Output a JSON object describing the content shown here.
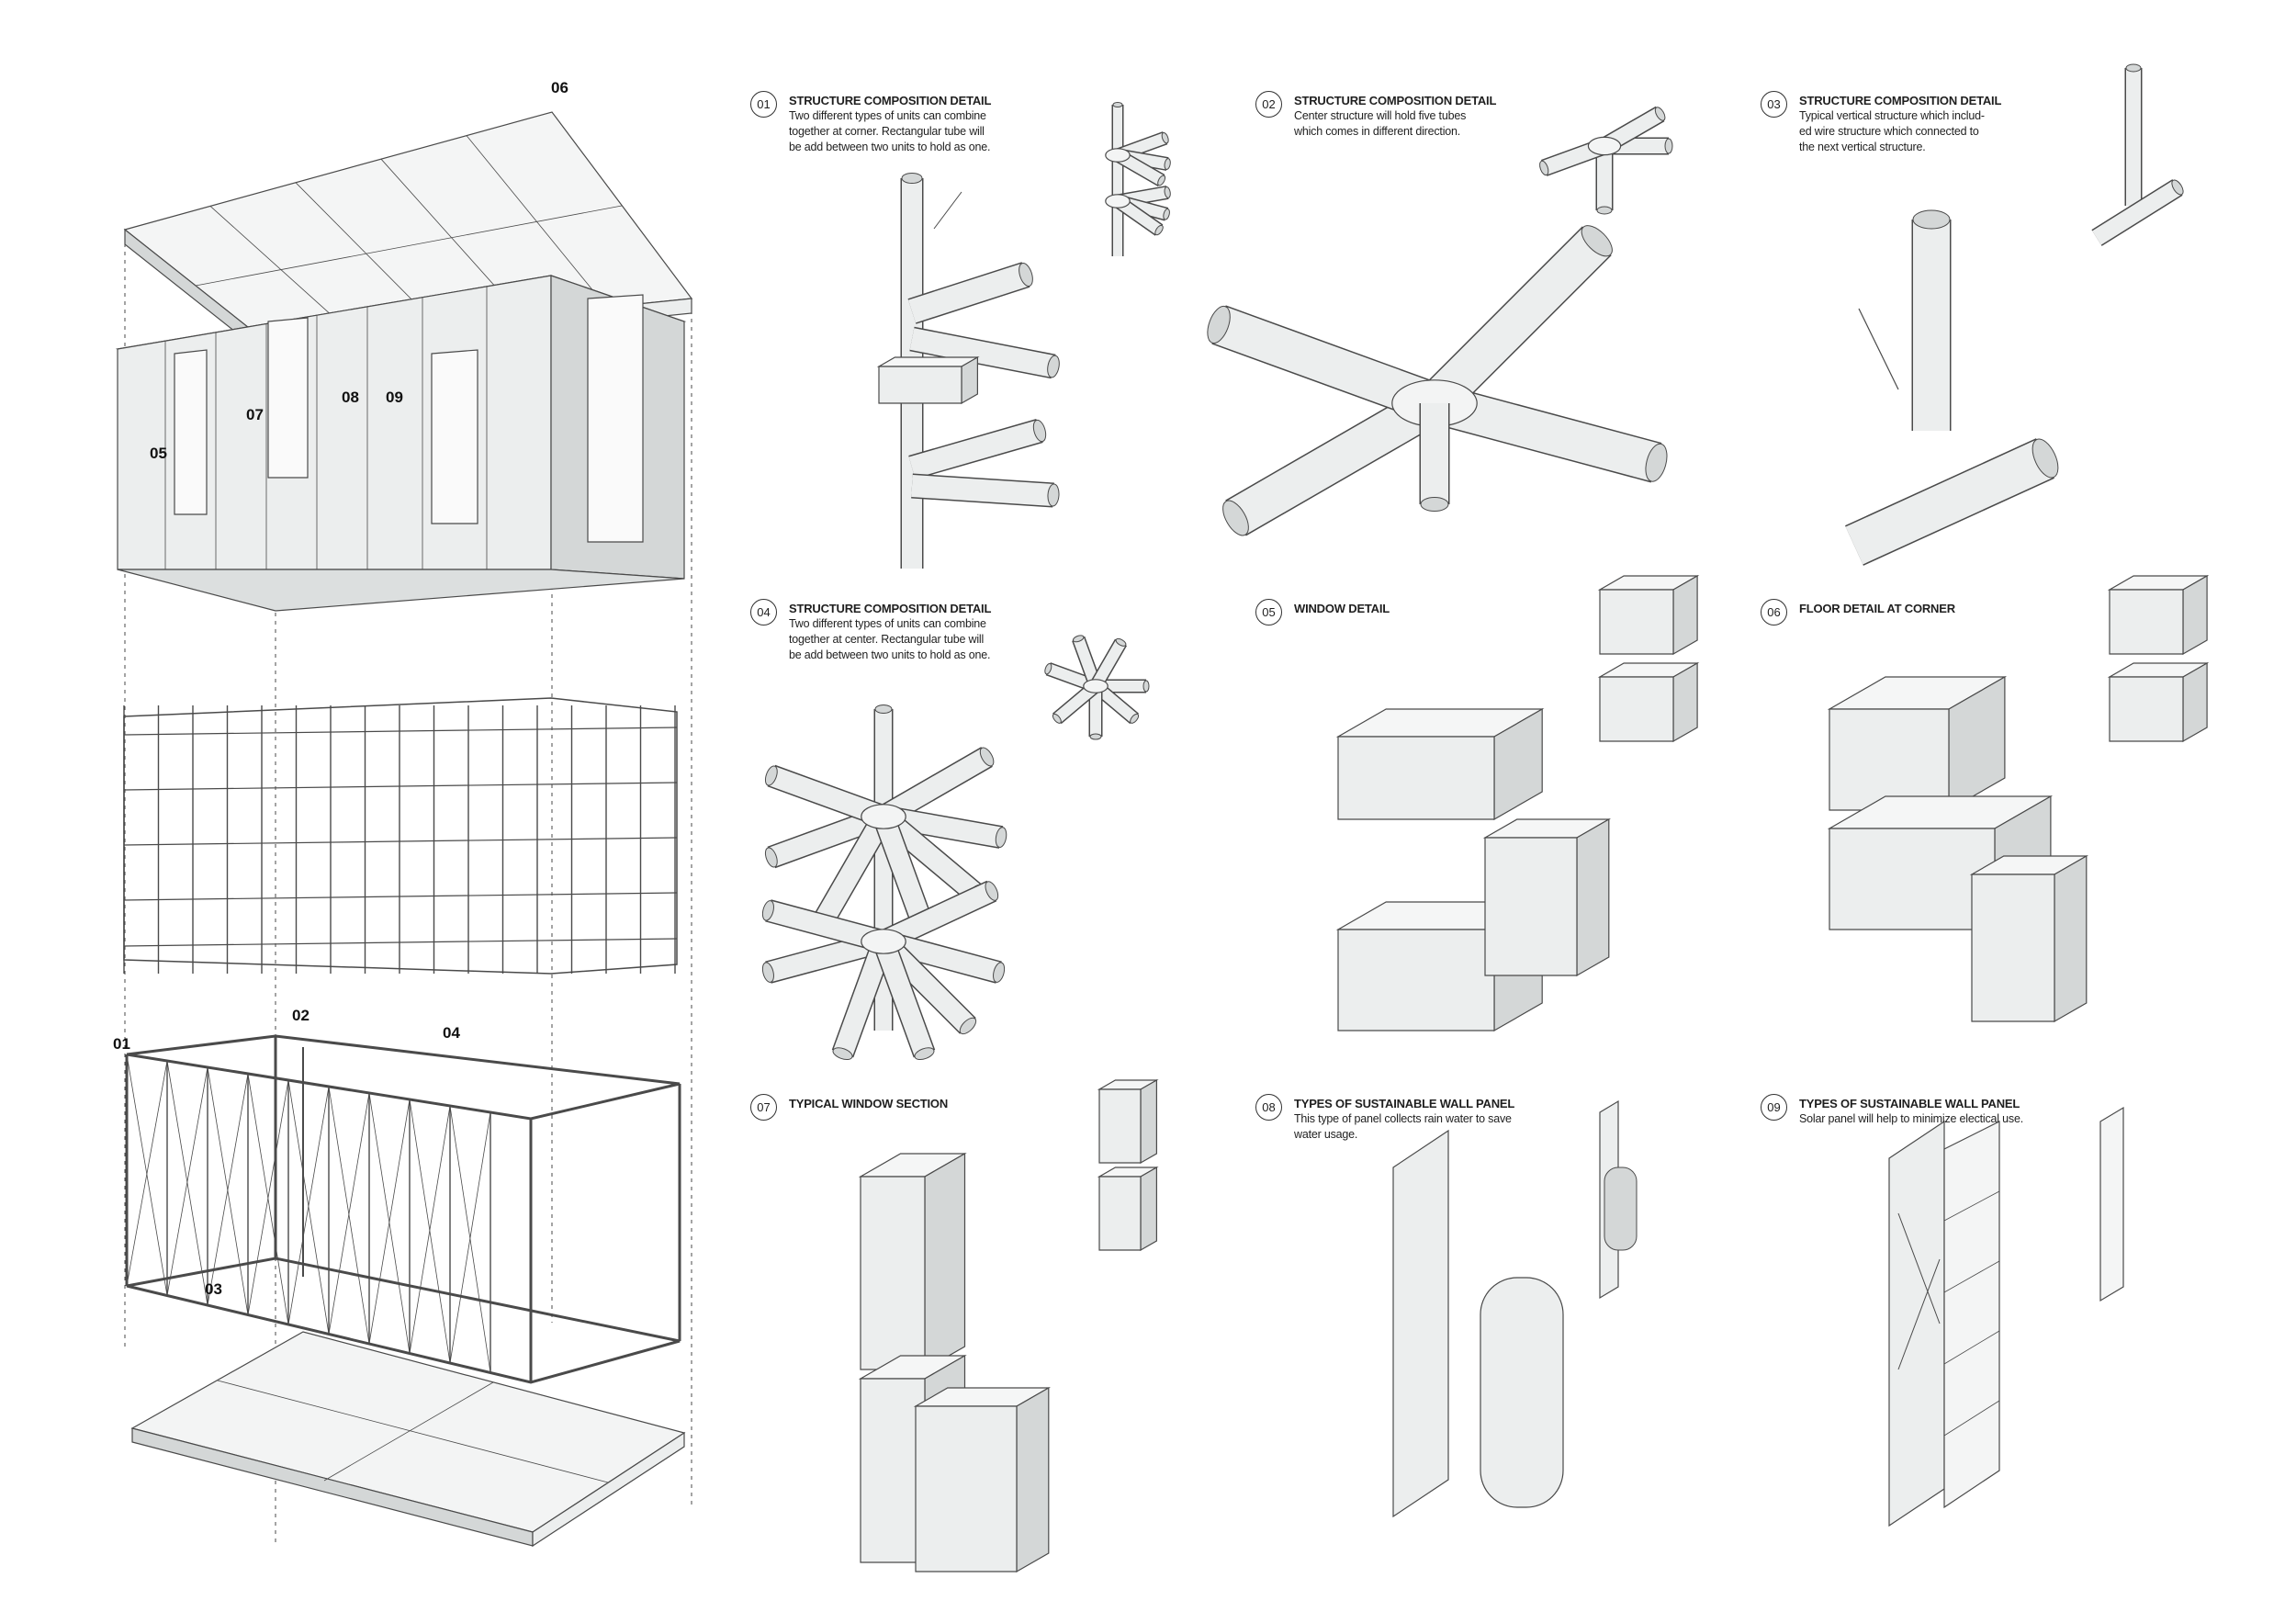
{
  "axonometric": {
    "labels": {
      "l06": "06",
      "l05": "05",
      "l07": "07",
      "l08": "08",
      "l09": "09",
      "l01": "01",
      "l02": "02",
      "l04": "04",
      "l03": "03"
    }
  },
  "details": [
    {
      "num": "01",
      "title": "STRUCTURE COMPOSITION DETAIL",
      "lines": [
        "Two different types of units can combine",
        "together at corner. Rectangular tube will",
        "be add between two units to hold as one."
      ]
    },
    {
      "num": "02",
      "title": "STRUCTURE COMPOSITION DETAIL",
      "lines": [
        "Center structure will hold five tubes",
        "which comes in different direction."
      ]
    },
    {
      "num": "03",
      "title": "STRUCTURE COMPOSITION DETAIL",
      "lines": [
        "Typical vertical structure which includ-",
        "ed wire structure which connected to",
        "the next vertical structure."
      ]
    },
    {
      "num": "04",
      "title": "STRUCTURE COMPOSITION DETAIL",
      "lines": [
        "Two different types of units can combine",
        "together at center. Rectangular tube will",
        "be add between two units to hold as one."
      ]
    },
    {
      "num": "05",
      "title": "WINDOW DETAIL",
      "lines": []
    },
    {
      "num": "06",
      "title": "FLOOR DETAIL AT CORNER",
      "lines": []
    },
    {
      "num": "07",
      "title": "TYPICAL WINDOW SECTION",
      "lines": []
    },
    {
      "num": "08",
      "title": "TYPES OF SUSTAINABLE WALL PANEL",
      "lines": [
        "This type of panel collects rain water to save",
        "water usage."
      ]
    },
    {
      "num": "09",
      "title": "TYPES OF SUSTAINABLE WALL PANEL",
      "lines": [
        "Solar panel will help to minimize electical use."
      ]
    }
  ],
  "colors": {
    "line": "#4a4a4a",
    "fill": "#eceeee",
    "shade": "#d4d7d7",
    "dark": "#8a8d8d"
  }
}
